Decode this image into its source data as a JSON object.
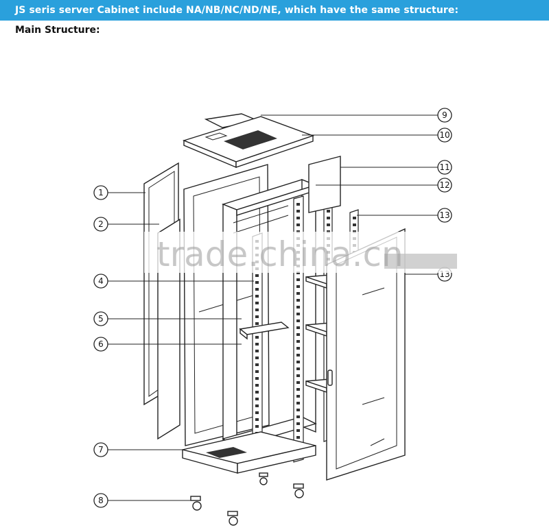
{
  "header": {
    "banner": "JS seris server Cabinet include NA/NB/NC/ND/NE, which have the same structure:",
    "subtitle": "Main Structure:"
  },
  "callouts": [
    "1",
    "2",
    "4",
    "5",
    "6",
    "7",
    "8",
    "9",
    "10",
    "11",
    "12",
    "13",
    "13"
  ],
  "watermark": "trade.china.cn",
  "colors": {
    "banner_bg": "#2aa0dc",
    "banner_text": "#ffffff"
  }
}
